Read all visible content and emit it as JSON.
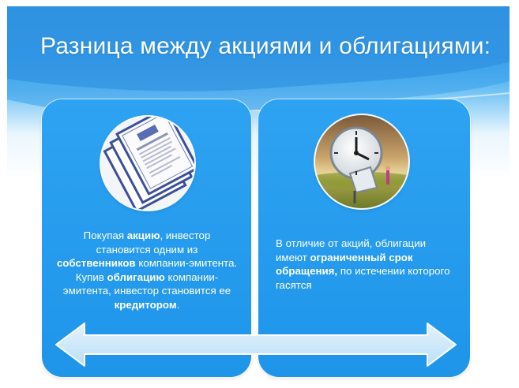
{
  "slide": {
    "title": "Разница между акциями и облигациями:",
    "colors": {
      "accent": "#1f95ea",
      "header": "#2d8fe0",
      "text": "#ffffff"
    }
  },
  "left_card": {
    "image_icon": "bond-certificates",
    "text": {
      "t1": "Покупая ",
      "b1": "акцию",
      "t2": ", инвестор становится одним из ",
      "b2": "собственников",
      "t3": " компании-эмитента. Купив ",
      "b3": "облигацию",
      "t4": " компании-эмитента, инвестор становится ее ",
      "b4": "кредитором",
      "t5": "."
    }
  },
  "right_card": {
    "image_icon": "melting-clock",
    "text": {
      "t1": "В отличие от акций, облигации имеют ",
      "b1": "ограниченный срок обращения,",
      "t2": " по истечении которого гасятся"
    }
  },
  "arrow": {
    "icon": "double-headed-arrow"
  }
}
